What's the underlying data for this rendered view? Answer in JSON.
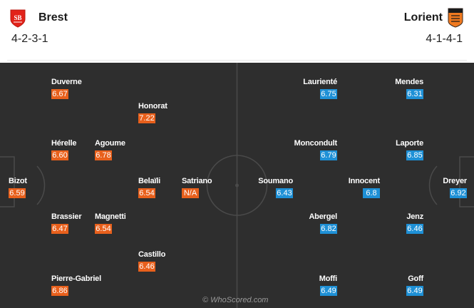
{
  "home": {
    "name": "Brest",
    "formation": "4-2-3-1",
    "crest_icon": "brest-crest-icon",
    "color": "#e8601c",
    "players": [
      {
        "name": "Duverne",
        "rating": "6.67"
      },
      {
        "name": "Honorat",
        "rating": "7.22"
      },
      {
        "name": "Hérelle",
        "rating": "6.60"
      },
      {
        "name": "Agoume",
        "rating": "6.78"
      },
      {
        "name": "Bizot",
        "rating": "6.59"
      },
      {
        "name": "Belaïli",
        "rating": "6.54"
      },
      {
        "name": "Satriano",
        "rating": "N/A"
      },
      {
        "name": "Brassier",
        "rating": "6.47"
      },
      {
        "name": "Magnetti",
        "rating": "6.54"
      },
      {
        "name": "Castillo",
        "rating": "6.46"
      },
      {
        "name": "Pierre-Gabriel",
        "rating": "6.86"
      }
    ]
  },
  "away": {
    "name": "Lorient",
    "formation": "4-1-4-1",
    "crest_icon": "lorient-crest-icon",
    "color": "#1e90d6",
    "players": [
      {
        "name": "Laurienté",
        "rating": "6.75"
      },
      {
        "name": "Mendes",
        "rating": "6.31"
      },
      {
        "name": "Moncondult",
        "rating": "6.79"
      },
      {
        "name": "Laporte",
        "rating": "6.85"
      },
      {
        "name": "Soumano",
        "rating": "6.43"
      },
      {
        "name": "Innocent",
        "rating": "6.8"
      },
      {
        "name": "Dreyer",
        "rating": "6.92"
      },
      {
        "name": "Abergel",
        "rating": "6.82"
      },
      {
        "name": "Jenz",
        "rating": "6.46"
      },
      {
        "name": "Moffi",
        "rating": "6.49"
      },
      {
        "name": "Goff",
        "rating": "6.49"
      }
    ]
  },
  "watermark": "© WhoScored.com"
}
